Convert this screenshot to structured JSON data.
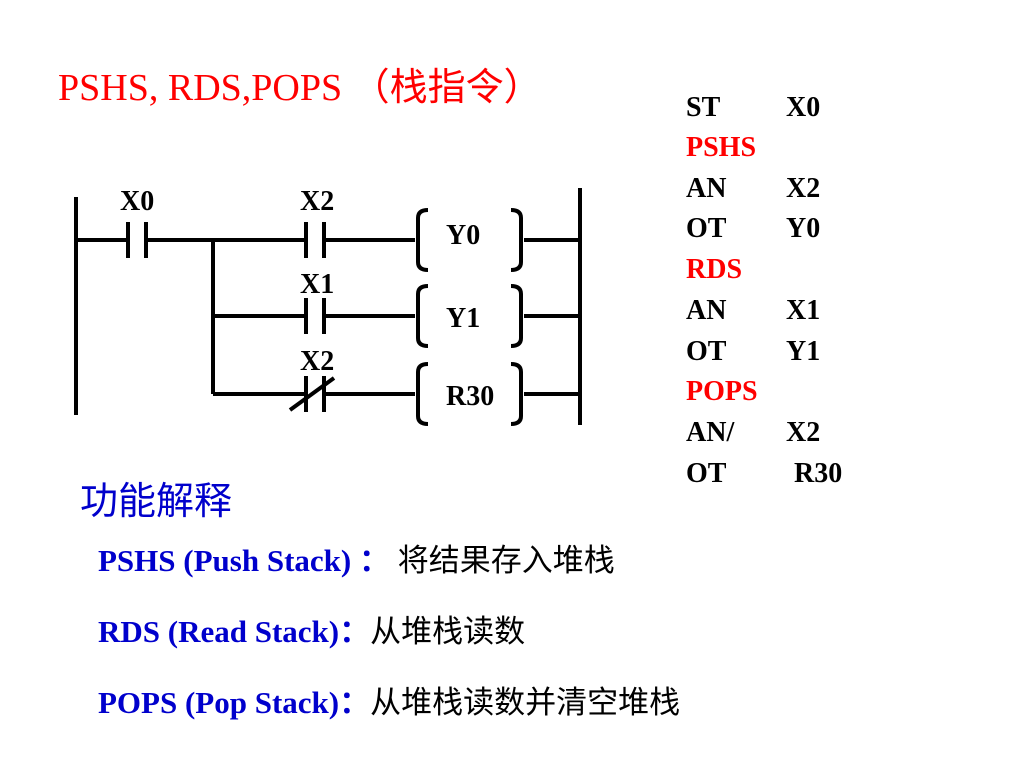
{
  "title": "PSHS, RDS,POPS （栈指令）",
  "ladder": {
    "contact_x0": "X0",
    "contact_x2": "X2",
    "contact_x1": "X1",
    "contact_x2_nc": "X2",
    "coil_y0": "Y0",
    "coil_y1": "Y1",
    "coil_r30": "R30"
  },
  "instruction_list": [
    {
      "op": "ST",
      "arg": "X0",
      "color": "#000000"
    },
    {
      "op": "PSHS",
      "arg": "",
      "color": "#ff0000"
    },
    {
      "op": "AN",
      "arg": "X2",
      "color": "#000000"
    },
    {
      "op": "OT",
      "arg": "Y0",
      "color": "#000000"
    },
    {
      "op": "RDS",
      "arg": "",
      "color": "#ff0000"
    },
    {
      "op": "AN",
      "arg": "X1",
      "color": "#000000"
    },
    {
      "op": "OT",
      "arg": "Y1",
      "color": "#000000"
    },
    {
      "op": "POPS",
      "arg": "",
      "color": "#ff0000"
    },
    {
      "op": "AN/",
      "arg": "X2",
      "color": "#000000"
    },
    {
      "op": "OT",
      "arg": "R30",
      "color": "#000000"
    }
  ],
  "section_title": "功能解释",
  "explanations": [
    {
      "term": "PSHS  (Push Stack) ：",
      "desc": "将结果存入堆栈"
    },
    {
      "term": "RDS  (Read Stack)：",
      "desc": "从堆栈读数"
    },
    {
      "term": "POPS  (Pop Stack)：",
      "desc": "从堆栈读数并清空堆栈"
    }
  ],
  "colors": {
    "title": "#ff0000",
    "stack_ops": "#ff0000",
    "section": "#0000cc",
    "wire": "#000000"
  }
}
